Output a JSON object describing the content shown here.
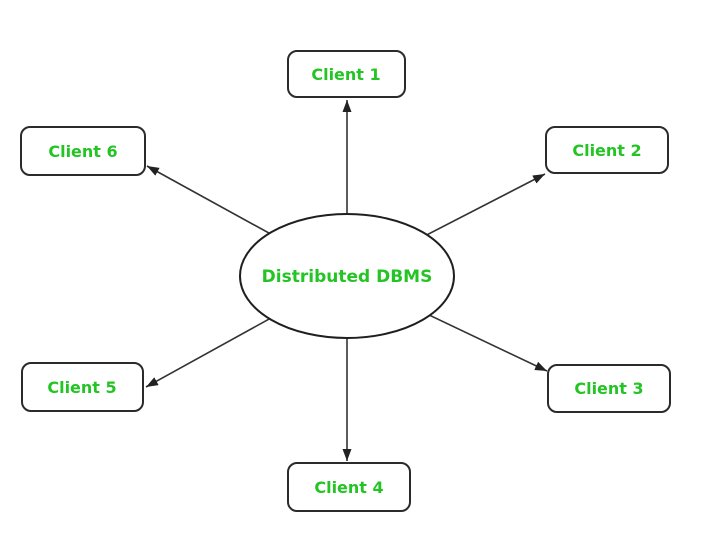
{
  "diagram": {
    "center_node": {
      "label": "Distributed DBMS"
    },
    "client_nodes": [
      {
        "label": "Client 1"
      },
      {
        "label": "Client 2"
      },
      {
        "label": "Client 3"
      },
      {
        "label": "Client 4"
      },
      {
        "label": "Client 5"
      },
      {
        "label": "Client 6"
      }
    ],
    "colors": {
      "label_text": "#25c425",
      "shape_border": "#2b2b2b",
      "arrow": "#333333",
      "shape_fill": "#ffffff",
      "background": "#ffffff"
    }
  }
}
